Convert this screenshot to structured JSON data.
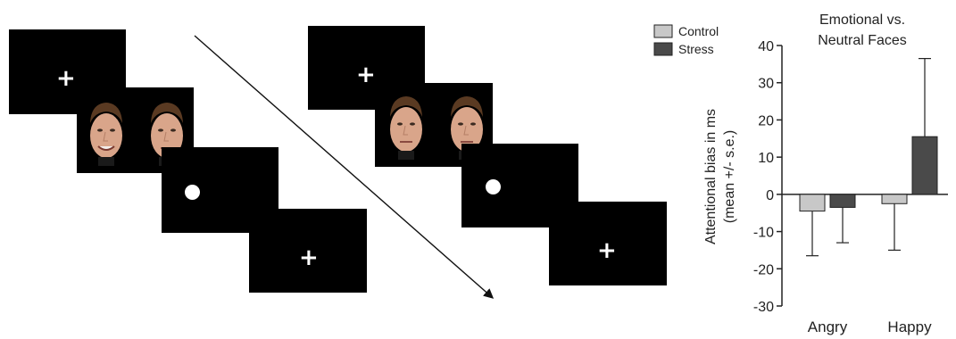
{
  "trial_left": {
    "fixation_symbol": "+",
    "probe_symbol": "●",
    "faces": [
      {
        "expression": "happy"
      },
      {
        "expression": "neutral"
      }
    ]
  },
  "trial_right": {
    "fixation_symbol": "+",
    "probe_symbol": "●",
    "faces": [
      {
        "expression": "neutral"
      },
      {
        "expression": "neutral"
      }
    ]
  },
  "colors": {
    "control": "#c8c8c8",
    "stress": "#4a4a4a",
    "screen": "#000000"
  },
  "chart_data": {
    "type": "bar",
    "title": "Emotional vs. Neutral Faces",
    "title_lines": [
      "Emotional vs.",
      "Neutral Faces"
    ],
    "ylabel": "Attentional bias in ms",
    "ylabel2": "(mean +/- s.e.)",
    "categories": [
      "Angry",
      "Happy"
    ],
    "series": [
      {
        "name": "Control",
        "values": [
          -4.5,
          -2.5
        ],
        "errors": [
          12,
          12.5
        ]
      },
      {
        "name": "Stress",
        "values": [
          -3.5,
          15.5
        ],
        "errors": [
          9.5,
          21
        ]
      }
    ],
    "ylim": [
      -30,
      40
    ],
    "yticks": [
      -30,
      -20,
      -10,
      0,
      10,
      20,
      30,
      40
    ],
    "legend_position": "top-left",
    "grid": false
  }
}
